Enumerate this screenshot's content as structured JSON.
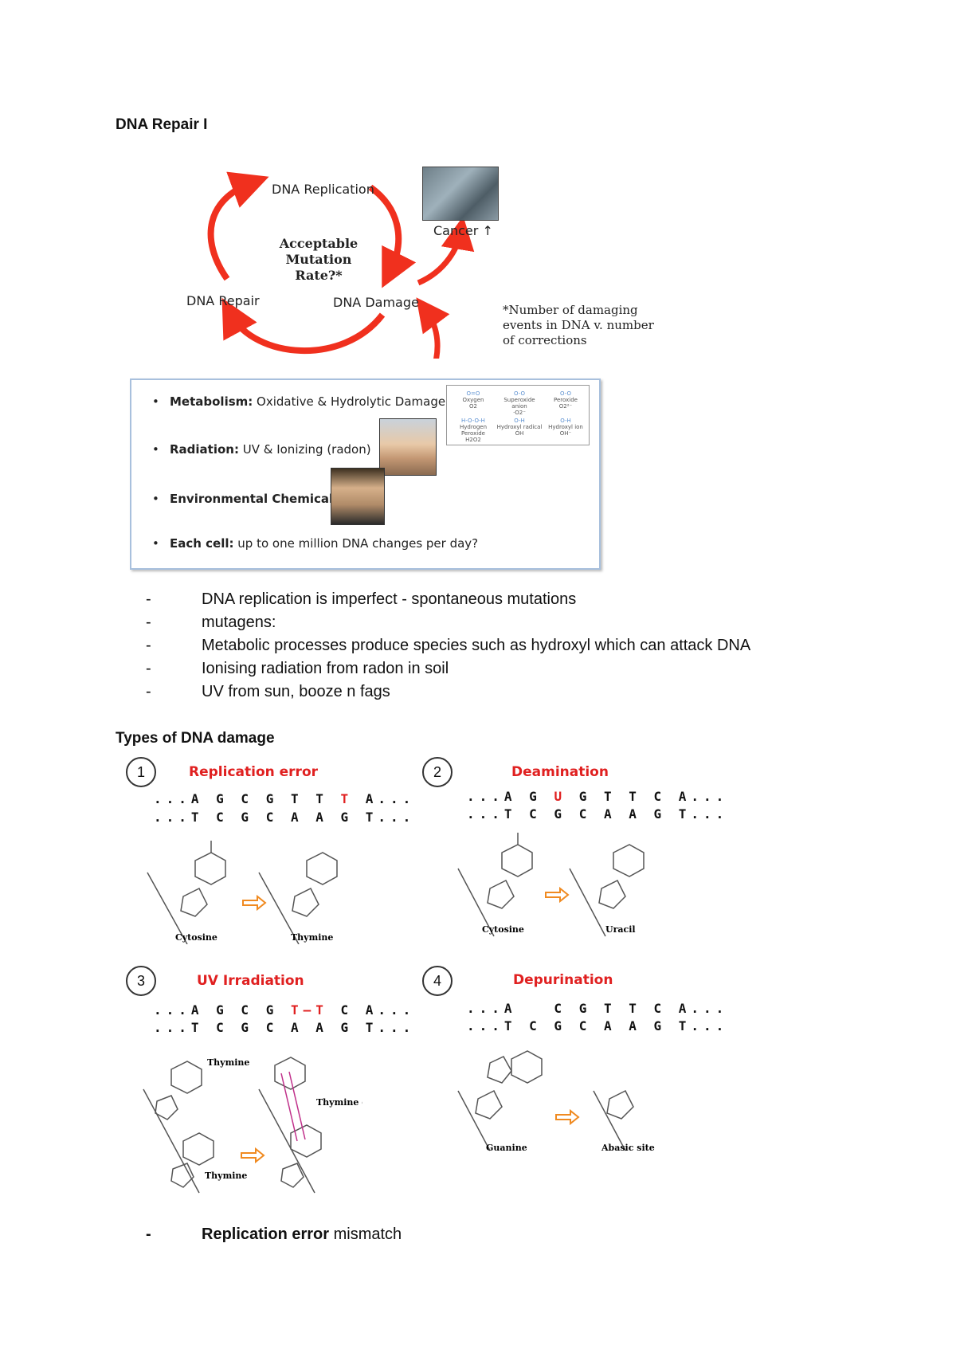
{
  "title": "DNA Repair I",
  "cycle": {
    "replication": "DNA Replication",
    "repair": "DNA Repair",
    "damage": "DNA Damage",
    "center": [
      "Acceptable",
      "Mutation",
      "Rate?*"
    ],
    "cancer": "Cancer",
    "footnote": [
      "*Number of damaging",
      "events in DNA v. number",
      "of corrections"
    ]
  },
  "sources": {
    "metabolism_bold": "Metabolism:",
    "metabolism_text": " Oxidative & Hydrolytic Damage",
    "radiation_bold": "Radiation:",
    "radiation_text": " UV & Ionizing (radon)",
    "environmental": "Environmental Chemicals",
    "eachcell_bold": "Each cell:",
    "eachcell_text": " up to one million DNA changes per day?",
    "species": [
      {
        "name": "Oxygen",
        "formula": "O2"
      },
      {
        "name": "Superoxide anion",
        "formula": "·O2⁻"
      },
      {
        "name": "Peroxide",
        "formula": "O2²⁻"
      },
      {
        "name": "Hydrogen Peroxide",
        "formula": "H2O2"
      },
      {
        "name": "Hydroxyl radical",
        "formula": "OH"
      },
      {
        "name": "Hydroxyl ion",
        "formula": "OH⁻"
      }
    ]
  },
  "notes": [
    "DNA replication is imperfect - spontaneous mutations",
    "mutagens:",
    "Metabolic processes produce species such as hydroxyl which can attack DNA",
    "Ionising radiation from radon in soil",
    "UV from sun, booze n fags"
  ],
  "types_heading": "Types of DNA damage",
  "panels": [
    {
      "num": "1",
      "title": "Replication error",
      "seq1": [
        "...A G C G T T ",
        "T",
        " A..."
      ],
      "seq2": "...T C G C A A G T...",
      "mol_left": "Cytosine",
      "mol_right": "Thymine"
    },
    {
      "num": "2",
      "title": "Deamination",
      "seq1": [
        "...A G ",
        "U",
        " G T T C A..."
      ],
      "seq2": "...T C G C A A G T...",
      "mol_left": "Cytosine",
      "mol_right": "Uracil"
    },
    {
      "num": "3",
      "title": "UV Irradiation",
      "seq1": [
        "...A G C G ",
        "T–T",
        " C A..."
      ],
      "seq2": "...T C G C A A G T...",
      "mol_left": "Thymine",
      "mol_left2": "Thymine",
      "mol_right": "Thymine dimer"
    },
    {
      "num": "4",
      "title": "Depurination",
      "seq1": [
        "...A   C G T T C A...",
        "",
        ""
      ],
      "seq2": "...T C G C A A G T...",
      "mol_left": "Guanine",
      "mol_right": "Abasic site"
    }
  ],
  "final_bullet": {
    "bold": "Replication error",
    "text": " mismatch"
  },
  "colors": {
    "arrow": "#f0301e",
    "accent_red": "#e02020",
    "box_border": "#a8c0dd"
  }
}
